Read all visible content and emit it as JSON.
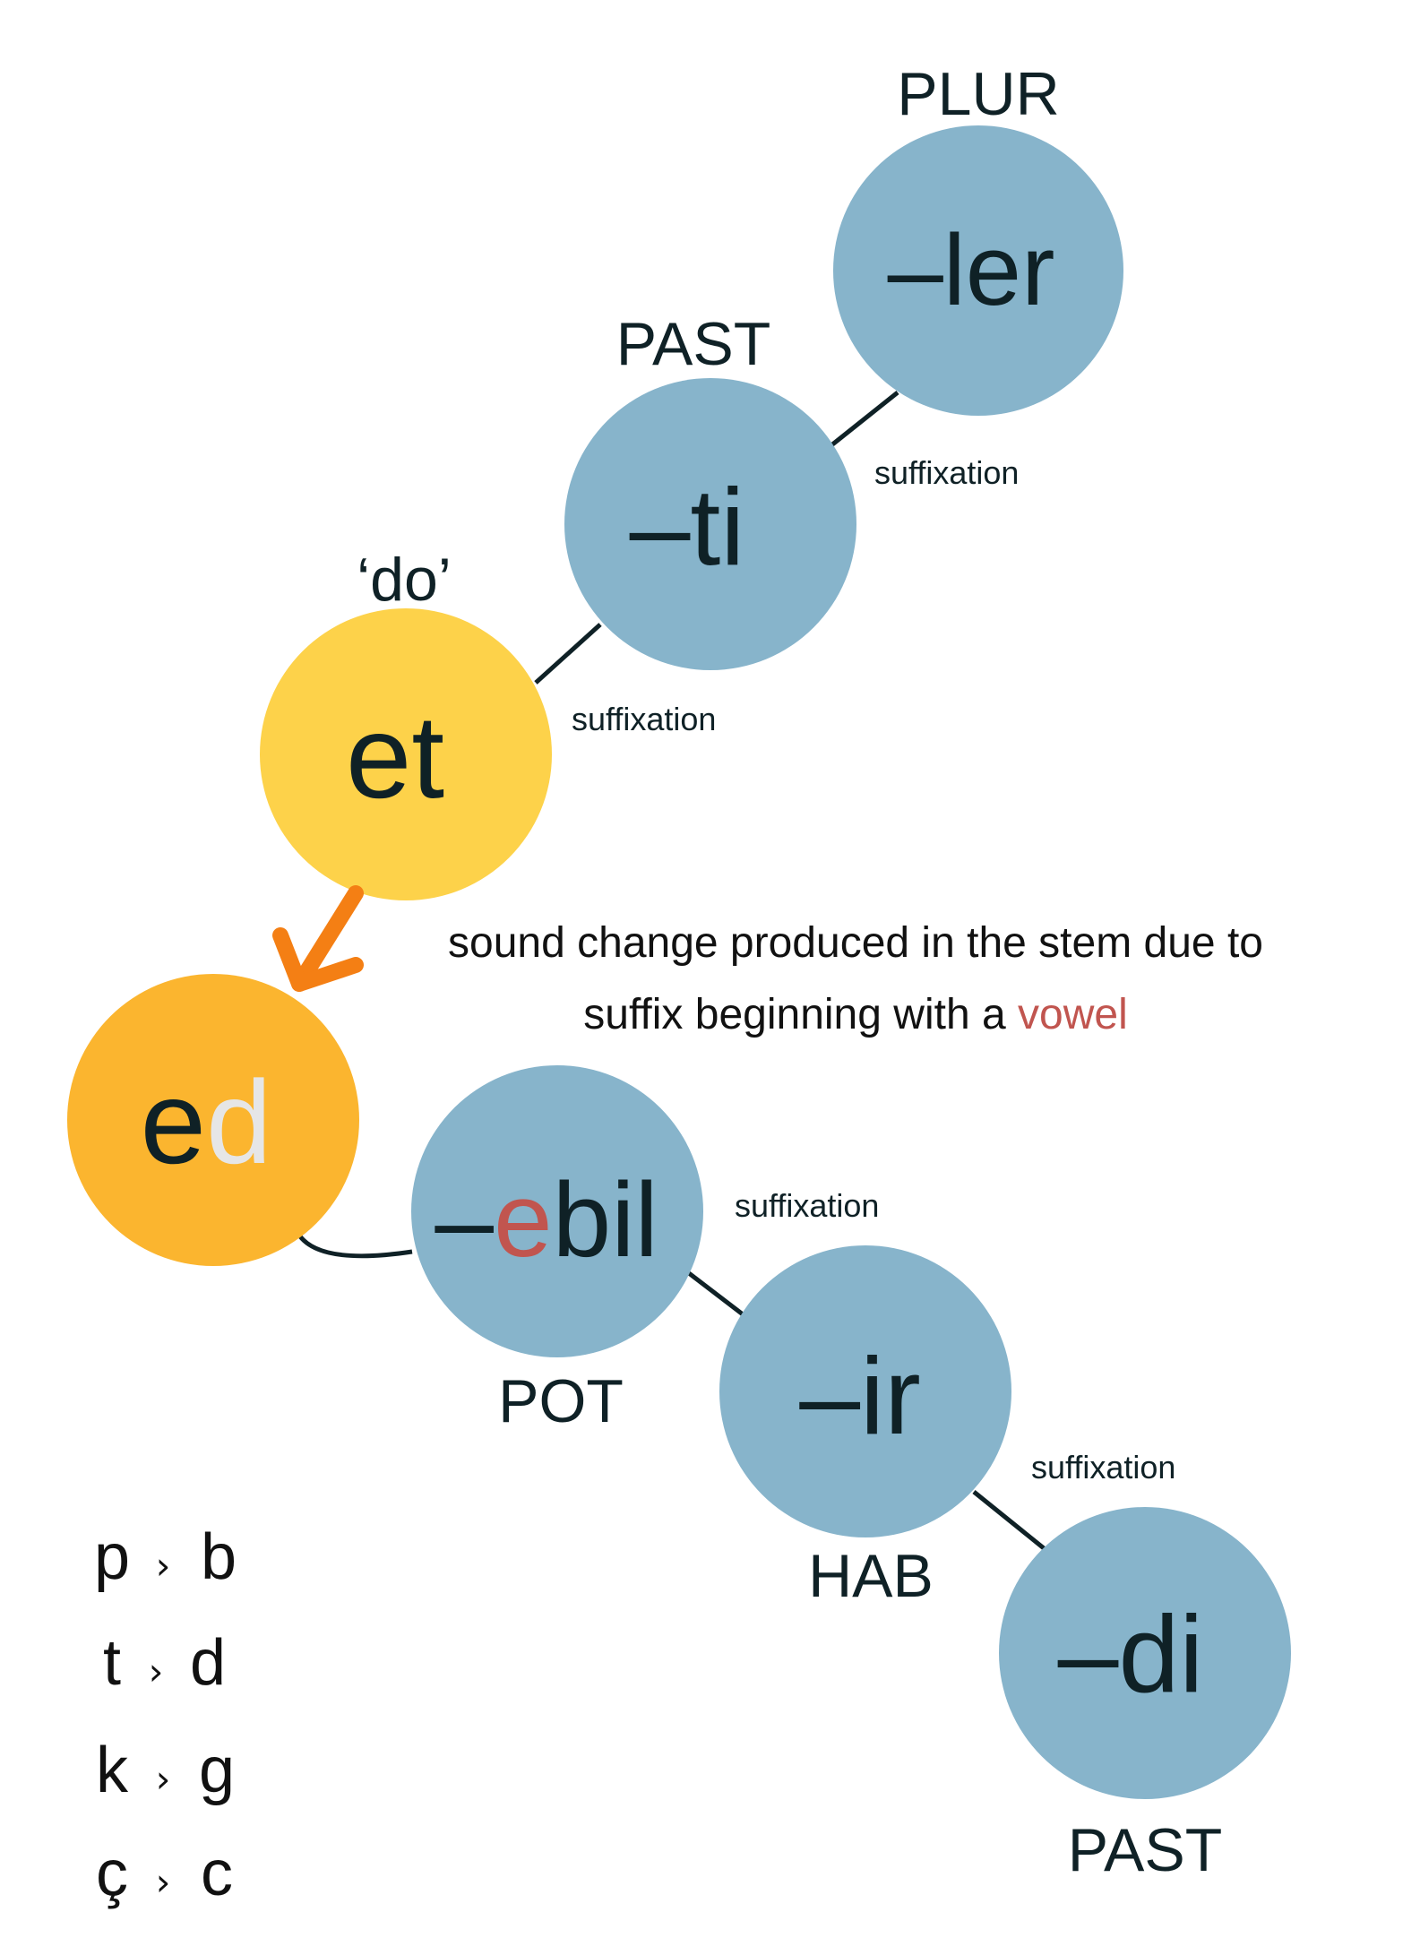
{
  "colors": {
    "suffix_fill": "#87b4cb",
    "root_fill": "#fdd24a",
    "changed_fill": "#fbb52f",
    "vowel_red": "#c1554f",
    "changed_consonant": "#e6e6e6",
    "arrow": "#f47f14",
    "line": "#0f2126",
    "text": "#0f2126"
  },
  "nodes": {
    "ler": {
      "text": "–ler",
      "gloss": "PLUR"
    },
    "ti": {
      "text": "–ti",
      "gloss": "PAST"
    },
    "et": {
      "text": "et",
      "gloss": "‘do’"
    },
    "ed": {
      "stem": "e",
      "changed": "d"
    },
    "ebil": {
      "dash": "–",
      "vowel": "e",
      "rest": "bil",
      "gloss": "POT"
    },
    "ir": {
      "text": "–ir",
      "gloss": "HAB"
    },
    "di": {
      "text": "–di",
      "gloss": "PAST"
    }
  },
  "edges": {
    "et_ti": "suffixation",
    "ti_ler": "suffixation",
    "ebil_ir": "suffixation",
    "ir_di": "suffixation"
  },
  "note": {
    "line1": "sound change produced in the stem due to",
    "line2_prefix": "suffix beginning with a ",
    "line2_highlight": "vowel"
  },
  "rules": [
    {
      "from": "p",
      "sep": "›",
      "to": "b"
    },
    {
      "from": "t",
      "sep": "›",
      "to": "d"
    },
    {
      "from": "k",
      "sep": "›",
      "to": "g"
    },
    {
      "from": "ç",
      "sep": "›",
      "to": "c"
    }
  ]
}
